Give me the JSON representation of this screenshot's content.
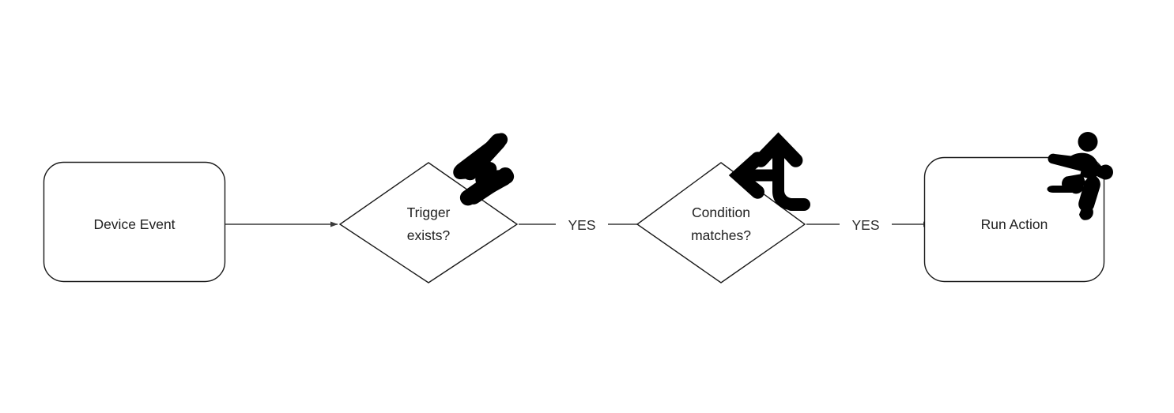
{
  "diagram": {
    "type": "flowchart",
    "orientation": "left-to-right",
    "background_color": "#ffffff",
    "stroke_color": "#1a1a1a",
    "text_color": "#1f1f1f",
    "nodes": [
      {
        "id": "device-event",
        "label": "Device Event",
        "shape": "rounded-rectangle",
        "icon": null
      },
      {
        "id": "trigger-exists",
        "label_line1": "Trigger",
        "label_line2": "exists?",
        "shape": "diamond",
        "icon": "lightning-bolt-icon"
      },
      {
        "id": "condition-matches",
        "label_line1": "Condition",
        "label_line2": "matches?",
        "shape": "diamond",
        "icon": "branch-fork-arrow-icon"
      },
      {
        "id": "run-action",
        "label": "Run Action",
        "shape": "rounded-rectangle",
        "icon": "running-person-icon"
      }
    ],
    "edges": [
      {
        "id": "edge-event-to-trigger",
        "from": "device-event",
        "to": "trigger-exists",
        "label": "",
        "arrow": true
      },
      {
        "id": "edge-trigger-to-condition",
        "from": "trigger-exists",
        "to": "condition-matches",
        "label": "YES",
        "arrow": true
      },
      {
        "id": "edge-condition-to-action",
        "from": "condition-matches",
        "to": "run-action",
        "label": "YES",
        "arrow": true
      }
    ]
  }
}
